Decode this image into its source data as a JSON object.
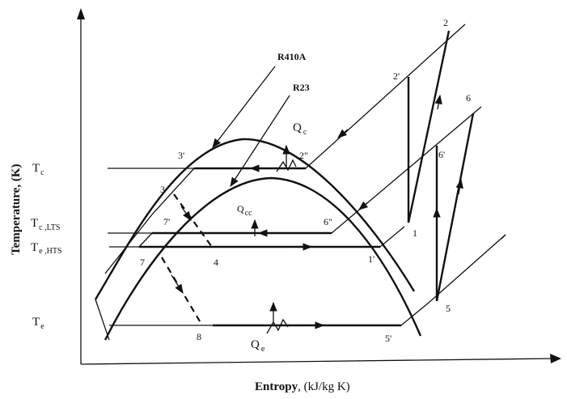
{
  "axes": {
    "y_label": "Temperature",
    "y_unit": ", (K)",
    "x_label": "Entropy",
    "x_unit": ", (kJ/kg K)"
  },
  "refrigerants": {
    "outer": "R410A",
    "inner": "R23"
  },
  "temperature_levels": {
    "tc": {
      "main": "T",
      "sub": "c"
    },
    "tc_lts": {
      "main": "T",
      "sub": "c ,LTS"
    },
    "te_hts": {
      "main": "T",
      "sub": "e ,HTS"
    },
    "te": {
      "main": "T",
      "sub": "e"
    }
  },
  "heat_labels": {
    "qc": {
      "main": "Q",
      "sub": "c"
    },
    "qcc": {
      "main": "Q",
      "sub": "cc"
    },
    "qe": {
      "main": "Q",
      "sub": "e"
    }
  },
  "state_points": [
    "1",
    "1'",
    "2",
    "2'",
    "2\"",
    "3",
    "3'",
    "4",
    "5",
    "5'",
    "6",
    "6'",
    "6\"",
    "7",
    "7'",
    "8"
  ]
}
